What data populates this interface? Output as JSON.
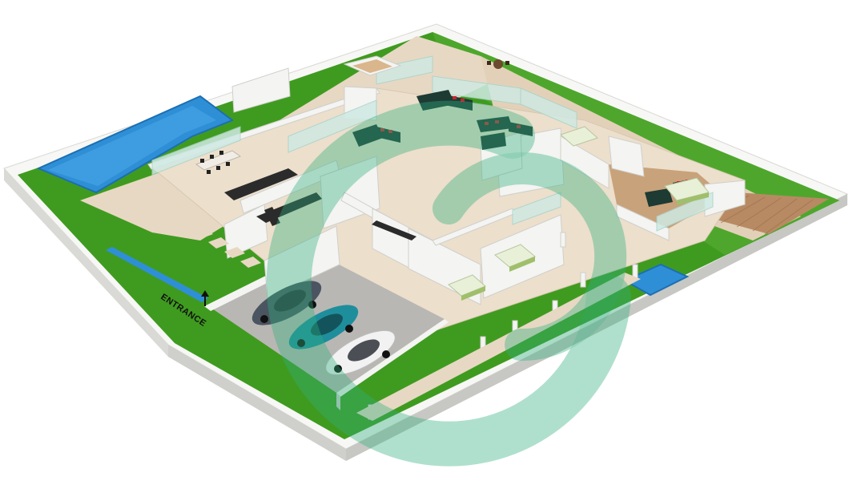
{
  "plan": {
    "entrance_label": "ENTRANCE"
  },
  "colors": {
    "lawn": "#3f9b1f",
    "lawn_light": "#5fb43a",
    "pool": "#2f8fd6",
    "pool_edge": "#1c6fb3",
    "deck": "#b88a63",
    "paving": "#e7d8c3",
    "floor": "#ecdfcc",
    "wall": "#f4f4f2",
    "wall_shadow": "#cfcfcb",
    "garage_floor": "#b9b7b3",
    "wood_floor": "#c8a27a",
    "glass": "#cfe9e3",
    "sofa": "#1d3a33",
    "cushion": "#c0262e",
    "watermark": "#2fae7c"
  },
  "vehicles": [
    {
      "name": "car-dark-grey",
      "color": "#4a5561"
    },
    {
      "name": "car-teal",
      "color": "#1f8e9c"
    },
    {
      "name": "car-white",
      "color": "#f2f2f2"
    }
  ]
}
